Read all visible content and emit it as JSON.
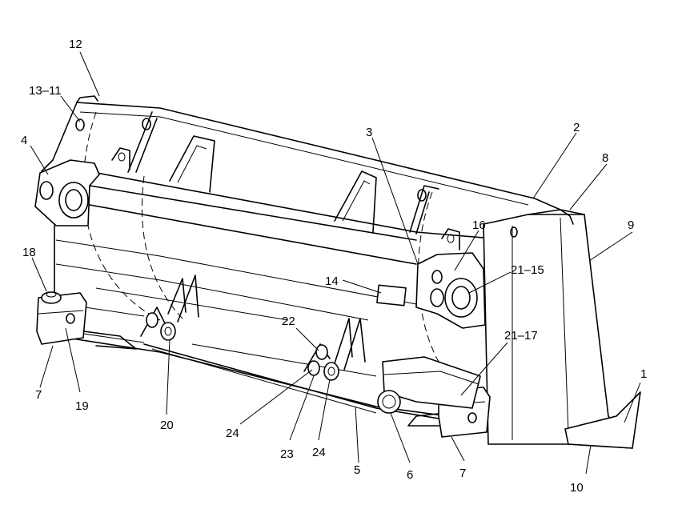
{
  "diagram": {
    "callouts": [
      {
        "id": "c1",
        "label": "1"
      },
      {
        "id": "c2",
        "label": "2"
      },
      {
        "id": "c3",
        "label": "3"
      },
      {
        "id": "c4",
        "label": "4"
      },
      {
        "id": "c5",
        "label": "5"
      },
      {
        "id": "c6",
        "label": "6"
      },
      {
        "id": "c7a",
        "label": "7"
      },
      {
        "id": "c7b",
        "label": "7"
      },
      {
        "id": "c8",
        "label": "8"
      },
      {
        "id": "c9",
        "label": "9"
      },
      {
        "id": "c10",
        "label": "10"
      },
      {
        "id": "c12",
        "label": "12"
      },
      {
        "id": "c1311",
        "label": "13–11"
      },
      {
        "id": "c14",
        "label": "14"
      },
      {
        "id": "c16",
        "label": "16"
      },
      {
        "id": "c18",
        "label": "18"
      },
      {
        "id": "c19",
        "label": "19"
      },
      {
        "id": "c20",
        "label": "20"
      },
      {
        "id": "c2115",
        "label": "21–15"
      },
      {
        "id": "c2117",
        "label": "21–17"
      },
      {
        "id": "c22",
        "label": "22"
      },
      {
        "id": "c23",
        "label": "23"
      },
      {
        "id": "c24a",
        "label": "24"
      },
      {
        "id": "c24b",
        "label": "24"
      }
    ]
  }
}
